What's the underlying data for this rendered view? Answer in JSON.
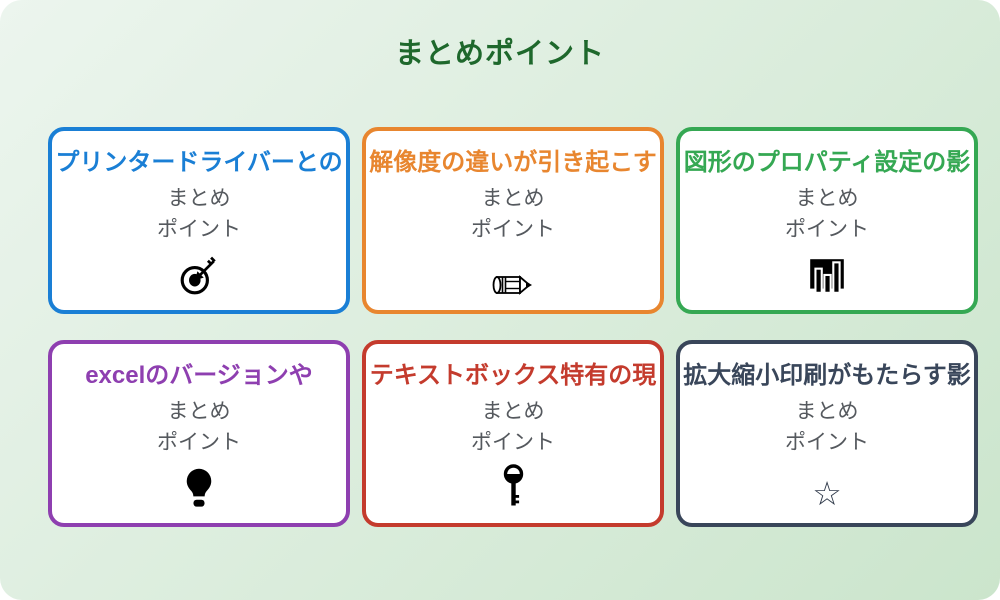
{
  "page": {
    "title": "まとめポイント",
    "title_color": "#1E682C",
    "background_gradient_start": "#ECF5EE",
    "background_gradient_end": "#CBE5CC"
  },
  "card_body": {
    "line1": "まとめ",
    "line2": "ポイント",
    "text_color": "#55595E"
  },
  "cards": [
    {
      "title": "プリンタードライバーとの",
      "color": "#1A7FD5",
      "icon": "dart-target-icon"
    },
    {
      "title": "解像度の違いが引き起こす",
      "color": "#E8862F",
      "icon": "pencil-icon"
    },
    {
      "title": "図形のプロパティ設定の影",
      "color": "#35A853",
      "icon": "bar-chart-icon"
    },
    {
      "title": "excelのバージョンや",
      "color": "#8E3FB0",
      "icon": "lightbulb-icon"
    },
    {
      "title": "テキストボックス特有の現",
      "color": "#C43B2D",
      "icon": "key-icon"
    },
    {
      "title": "拡大縮小印刷がもたらす影",
      "color": "#39465A",
      "icon": "star-icon"
    }
  ],
  "icons": {
    "star_glyph": "☆",
    "icon_color": "#000000"
  }
}
